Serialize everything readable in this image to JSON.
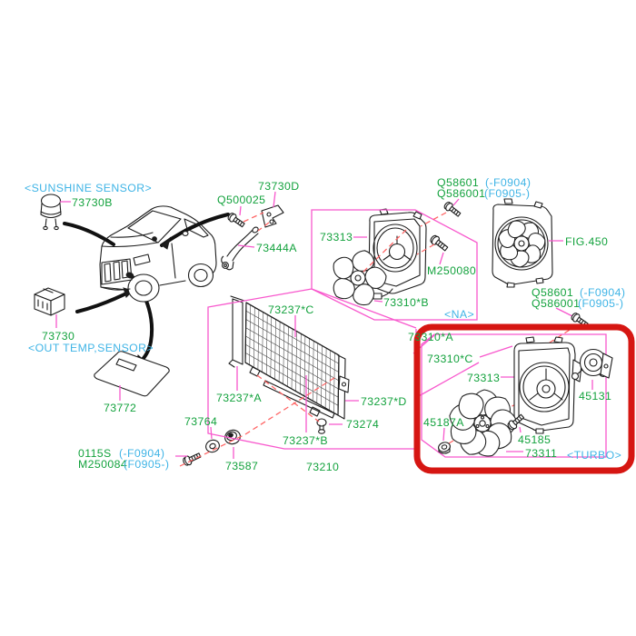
{
  "colors": {
    "label_green": "#13a23d",
    "caption_cyan": "#3fb4e6",
    "leader_magenta": "#f858cd",
    "dashed_red": "#ff6363",
    "highlight_red": "#d61612",
    "line_black": "#1c1c1c"
  },
  "labels": {
    "sunshine_caption": "<SUNSHINE SENSOR>",
    "sunshine_part": "73730B",
    "screw_q500025": "Q500025",
    "bracket_73730d": "73730D",
    "hose_73444a": "73444A",
    "q58601_top": "Q58601",
    "q58601_top_range": "(-F0904)",
    "q586001_top": "Q586001",
    "q586001_top_range": "(F0905-)",
    "shroud_na": "73313",
    "bolt_m250080": "M250080",
    "fan_na": "73310*B",
    "na_caption": "<NA>",
    "fig450": "FIG.450",
    "outtemp_part": "73730",
    "outtemp_caption": "<OUT TEMP,SENSOR>",
    "plate_73772": "73772",
    "cond_c": "73237*C",
    "cond_a": "73237*A",
    "cond_d": "73237*D",
    "cond_b": "73237*B",
    "grommet_73274": "73274",
    "washer_73764": "73764",
    "screw_0115s": "0115S",
    "screw_0115s_range": "(-F0904)",
    "screw_m250084": "M250084",
    "screw_m250084_range": "(F0905-)",
    "grommet_73587": "73587",
    "condenser_73210": "73210",
    "assy_73310a": "73310*A",
    "q58601_right": "Q58601",
    "q58601_right_range": "(-F0904)",
    "q586001_right": "Q586001",
    "q586001_right_range": "(F0905-)",
    "fanassy_73310c": "73310*C",
    "shroud_turbo": "73313",
    "motor_45131": "45131",
    "nut_45187a": "45187A",
    "bolt_45185": "45185",
    "fan_73311": "73311",
    "turbo_caption": "<TURBO>"
  }
}
